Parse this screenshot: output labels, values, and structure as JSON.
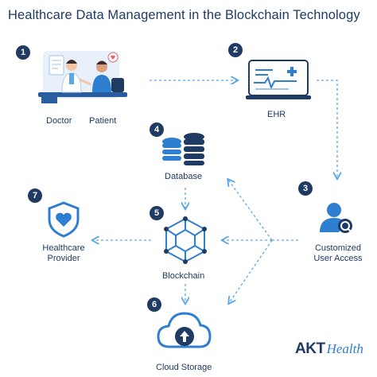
{
  "title": "Healthcare Data Management in the Blockchain Technology",
  "steps": [
    {
      "number": "1",
      "labels": [
        "Doctor",
        "Patient"
      ]
    },
    {
      "number": "2",
      "label": "EHR"
    },
    {
      "number": "3",
      "label_line1": "Customized",
      "label_line2": "User Access"
    },
    {
      "number": "4",
      "label": "Database"
    },
    {
      "number": "5",
      "label": "Blockchain"
    },
    {
      "number": "6",
      "label": "Cloud Storage"
    },
    {
      "number": "7",
      "label_line1": "Healthcare",
      "label_line2": "Provider"
    }
  ],
  "logo": {
    "part1": "AKT",
    "part2": "Health"
  },
  "colors": {
    "navy": "#1f3b63",
    "blue": "#2f7fd1",
    "light_blue": "#5aa6e8",
    "arrow": "#5aa6e8"
  },
  "icons": [
    "doctor-patient-illustration",
    "ehr-monitor-icon",
    "user-access-icon",
    "database-icon",
    "blockchain-cube-icon",
    "cloud-upload-icon",
    "shield-heart-icon"
  ]
}
